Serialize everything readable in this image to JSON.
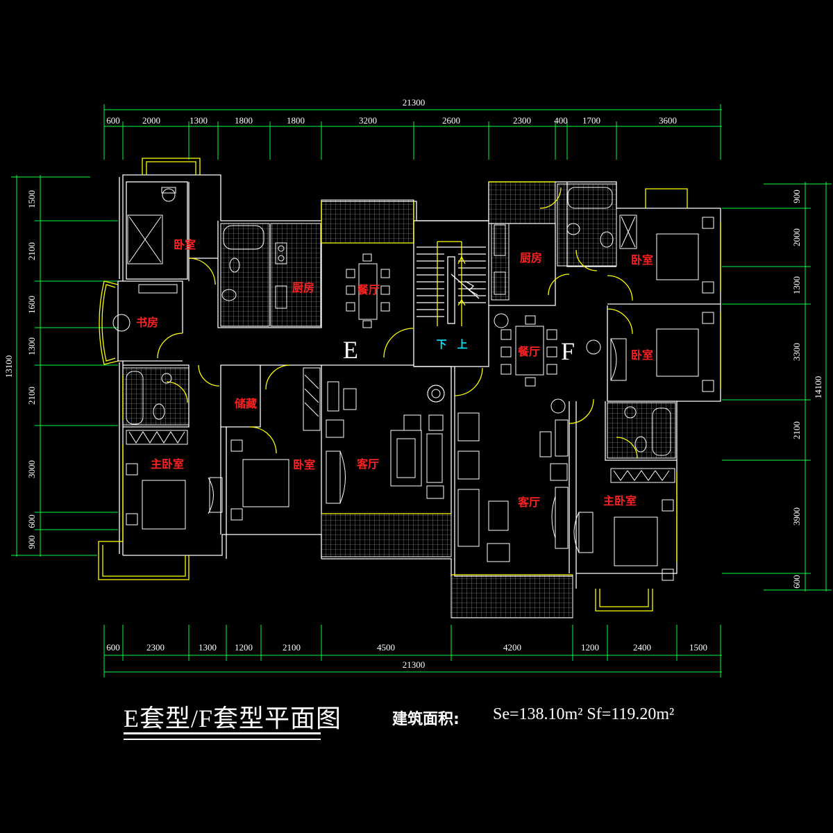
{
  "plan": {
    "top_total": "21300",
    "bottom_total": "21300",
    "top_dims": [
      "600",
      "2000",
      "1300",
      "1800",
      "1800",
      "3200",
      "2600",
      "2300",
      "400",
      "1700",
      "3600"
    ],
    "bottom_dims": [
      "600",
      "2300",
      "1300",
      "1200",
      "2100",
      "4500",
      "4200",
      "1200",
      "2400",
      "1500"
    ],
    "left_total": "13100",
    "left_dims": [
      "1500",
      "2100",
      "1600",
      "1300",
      "2100",
      "3000",
      "600",
      "900"
    ],
    "right_total": "14100",
    "right_dims": [
      "900",
      "2000",
      "1300",
      "3300",
      "2100",
      "3900",
      "600"
    ],
    "units": {
      "e": "E",
      "f": "F"
    },
    "rooms": {
      "e_bedroom_top": "卧室",
      "e_study": "书房",
      "e_kitchen": "厨房",
      "e_dining": "餐厅",
      "e_storage": "储藏",
      "e_master": "主卧室",
      "e_bedroom2": "卧室",
      "e_living": "客厅",
      "f_kitchen": "厨房",
      "f_bedroom_top": "卧室",
      "f_dining": "餐厅",
      "f_bedroom2": "卧室",
      "f_living": "客厅",
      "f_master": "主卧室"
    },
    "stairs": {
      "down": "下",
      "up": "上"
    }
  },
  "title": "E套型/F套型平面图",
  "area": {
    "label": "建筑面积:",
    "values": "Se=138.10m² Sf=119.20m²"
  },
  "colors": {
    "background": "#000000",
    "wall": "#ffffff",
    "dimension": "#00ff40",
    "window": "#ffff00",
    "room_label": "#ff2020",
    "stair_label": "#00e5ff"
  }
}
